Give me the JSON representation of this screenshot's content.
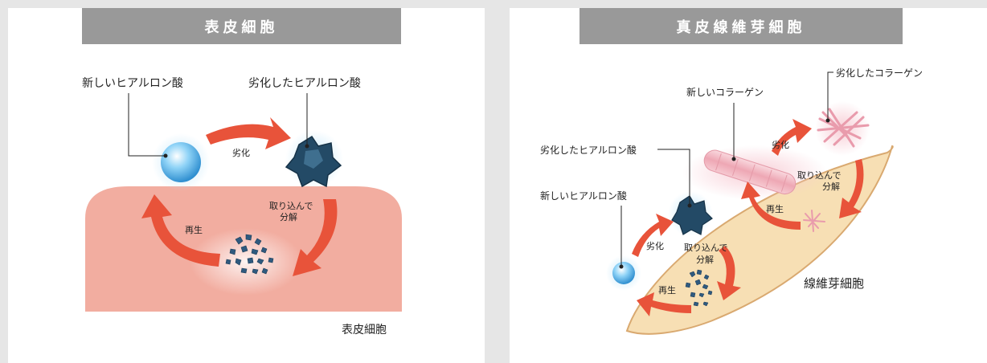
{
  "left_panel": {
    "title": "表皮細胞",
    "labels": {
      "new_ha": "新しいヒアルロン酸",
      "degraded_ha": "劣化したヒアルロン酸",
      "degrade": "劣化",
      "uptake_line1": "取り込んで",
      "uptake_line2": "分解",
      "regen": "再生",
      "cell": "表皮細胞"
    }
  },
  "right_panel": {
    "title": "真皮線維芽細胞",
    "labels": {
      "new_collagen": "新しいコラーゲン",
      "degraded_collagen": "劣化したコラーゲン",
      "degraded_ha": "劣化したヒアルロン酸",
      "new_ha": "新しいヒアルロン酸",
      "degrade_collagen": "劣化",
      "uptake_collagen_line1": "取り込んで",
      "uptake_collagen_line2": "分解",
      "regen_collagen": "再生",
      "degrade_ha": "劣化",
      "uptake_ha_line1": "取り込んで",
      "uptake_ha_line2": "分解",
      "regen_ha": "再生",
      "cell": "線維芽細胞"
    }
  },
  "colors": {
    "background": "#e6e6e6",
    "header": "#999999",
    "arrow": "#e8533a",
    "epidermis": "#f2ada0",
    "fibroblast": "#f7dfb4",
    "new_particle": "#6fc3f0",
    "degraded_particle": "#234a66",
    "collagen": "#f0b9c3"
  }
}
